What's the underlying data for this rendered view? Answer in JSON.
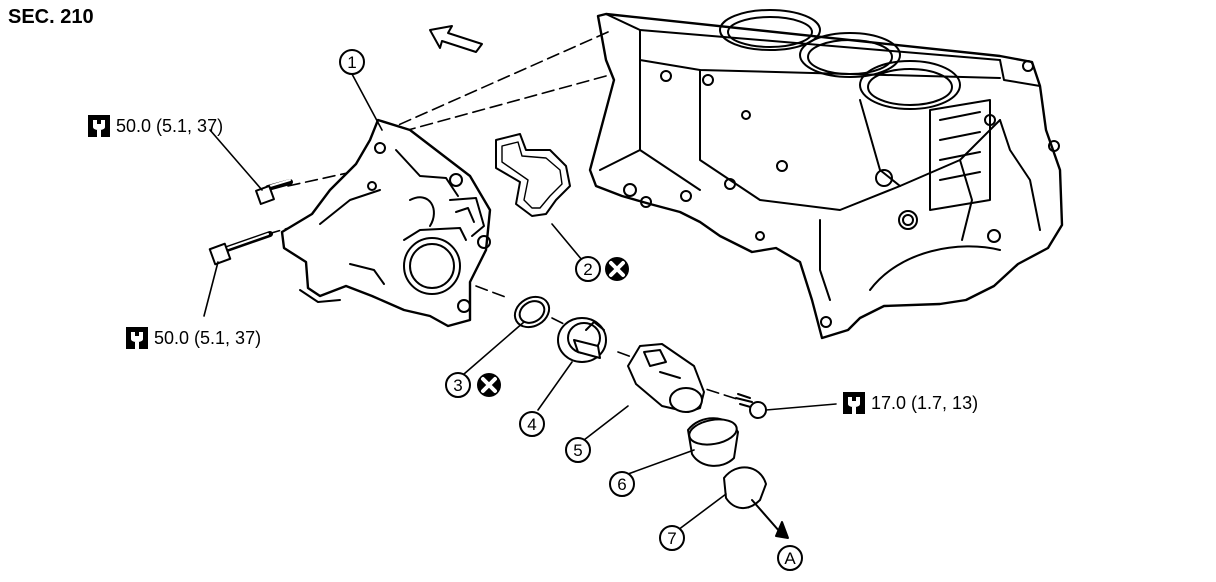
{
  "section": {
    "title": "SEC. 210"
  },
  "torques": [
    {
      "value": "50.0 (5.1, 37)"
    },
    {
      "value": "50.0 (5.1, 37)"
    },
    {
      "value": "17.0 (1.7, 13)"
    }
  ],
  "callouts": [
    "1",
    "2",
    "3",
    "4",
    "5",
    "6",
    "7"
  ],
  "reference": {
    "label": "A"
  },
  "icons": {
    "torque": "torque-wrench-icon",
    "do_not_reuse": "do-not-reuse-icon",
    "front": "front-arrow-icon"
  }
}
